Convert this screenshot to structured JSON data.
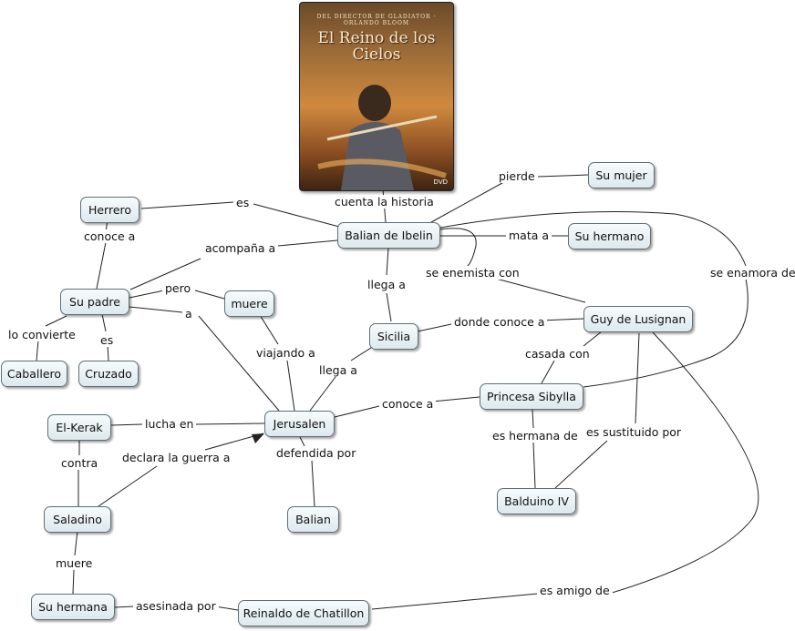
{
  "poster": {
    "tagline": "DEL DIRECTOR DE GLADIATOR · ORLANDO BLOOM",
    "title": "El Reino de los Cielos",
    "badge": "DVD"
  },
  "concepts": {
    "balian_de_ibelin": "Balian de Ibelin",
    "su_mujer": "Su mujer",
    "herrero": "Herrero",
    "su_hermano": "Su hermano",
    "su_padre": "Su padre",
    "muere_node": "muere",
    "sicilia": "Sicilia",
    "guy_de_lusignan": "Guy de Lusignan",
    "caballero": "Caballero",
    "cruzado": "Cruzado",
    "princesa_sibylla": "Princesa Sibylla",
    "el_kerak": "El-Kerak",
    "jerusalen": "Jerusalen",
    "balduino_iv": "Balduino IV",
    "saladino": "Saladino",
    "balian": "Balian",
    "su_hermana": "Su hermana",
    "reinaldo_de_chatillon": "Reinaldo de Chatillon"
  },
  "links": {
    "cuenta_la_historia": "cuenta la historia",
    "pierde": "pierde",
    "es": "es",
    "mata_a": "mata a",
    "conoce_a": "conoce a",
    "acompana_a": "acompaña a",
    "se_enemista_con": "se enemista con",
    "se_enamora_de": "se enamora de",
    "pero": "pero",
    "llega_a": "llega a",
    "a": "a",
    "donde_conoce_a": "donde conoce a",
    "lo_convierte": "lo convierte",
    "es_cruzado": "es",
    "viajando_a": "viajando a",
    "casada_con": "casada con",
    "llega_a_2": "llega a",
    "conoce_a_2": "conoce a",
    "lucha_en": "lucha en",
    "es_sustituido_por": "es sustituido por",
    "es_hermana_de": "es hermana de",
    "declara_la_guerra_a": "declara la guerra a",
    "defendida_por": "defendida por",
    "contra": "contra",
    "muere_link": "muere",
    "asesinada_por": "asesinada por",
    "es_amigo_de": "es amigo de"
  }
}
